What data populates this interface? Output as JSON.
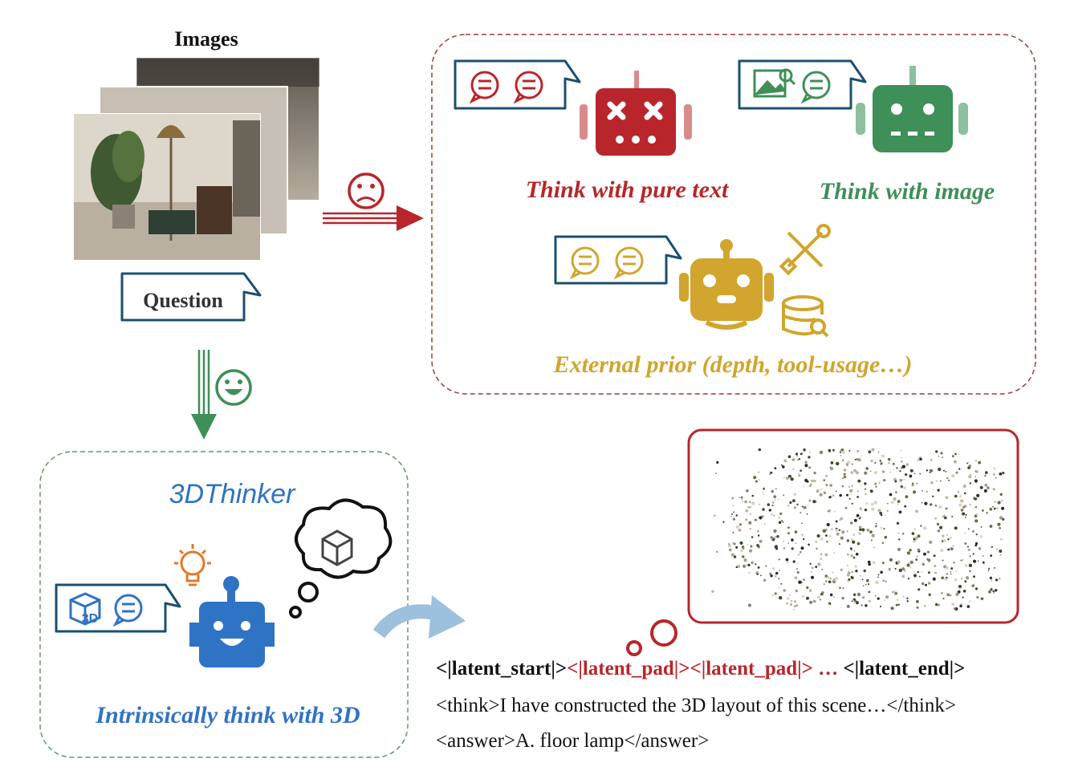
{
  "title": "Images",
  "question_label": "Question",
  "existing": {
    "pure_text_label": "Think with pure text",
    "image_label": "Think with image",
    "external_label": "External prior (depth, tool-usage…)"
  },
  "ours": {
    "name": "3DThinker",
    "tagline": "Intrinsically think with 3D",
    "bubble_badge": "3D"
  },
  "output": {
    "line1": [
      {
        "text": "<|latent_start|>",
        "style": "black"
      },
      {
        "text": "<|latent_pad|><|latent_pad|> …",
        "style": "red"
      },
      {
        "text": " <|latent_end|>",
        "style": "black"
      }
    ],
    "line2": "<think>I have constructed the 3D layout of this scene…</think>",
    "line3": "<answer>A. floor lamp</answer>"
  },
  "colors": {
    "red": "#b8262b",
    "green": "#3f8f58",
    "gold": "#d1a52e",
    "blue": "#2f73c4",
    "navy": "#1c4f70",
    "arrow_blue": "#9cc0de"
  },
  "icons": [
    "sad-face-icon",
    "happy-face-icon",
    "chat-bubble-icon",
    "robot-icon",
    "image-search-icon",
    "tools-icon",
    "database-search-icon",
    "lightbulb-icon",
    "cube-icon",
    "thought-cloud-icon"
  ]
}
